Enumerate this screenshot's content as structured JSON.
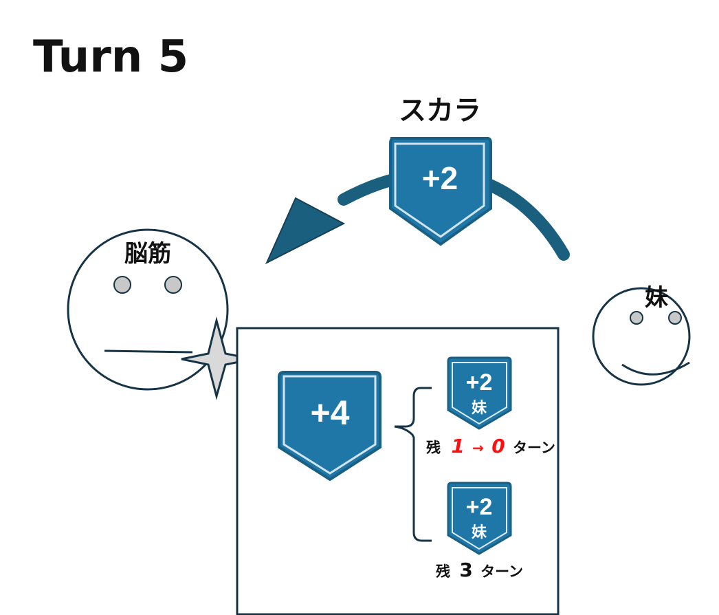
{
  "title": "Turn 5",
  "skill": {
    "name": "スカラ",
    "shield_value": "+2"
  },
  "characters": {
    "left": {
      "name": "脳筋",
      "expression": "neutral"
    },
    "right": {
      "name": "妹",
      "expression": "smile"
    }
  },
  "summary_box": {
    "total_shield": "+4",
    "buffs": [
      {
        "value": "+2",
        "source": "妹",
        "remaining_prefix": "残",
        "remaining_from": "1",
        "arrow": "→",
        "remaining_to": "0",
        "remaining_suffix": "ターン"
      },
      {
        "value": "+2",
        "source": "妹",
        "remaining_prefix": "残",
        "remaining_value": "3",
        "remaining_suffix": "ターン"
      }
    ]
  },
  "colors": {
    "shield_fill": "#1f77a8",
    "shield_border": "#1a5f84",
    "arrow": "#1b5f7e",
    "outline": "#173447",
    "eye_fill": "#c8c8c8",
    "sparkle_fill": "#d9d9d9",
    "highlight": "#ff1010"
  },
  "icons": [
    "shield-icon",
    "curved-arrow-icon",
    "sparkle-icon",
    "bracket-icon"
  ]
}
